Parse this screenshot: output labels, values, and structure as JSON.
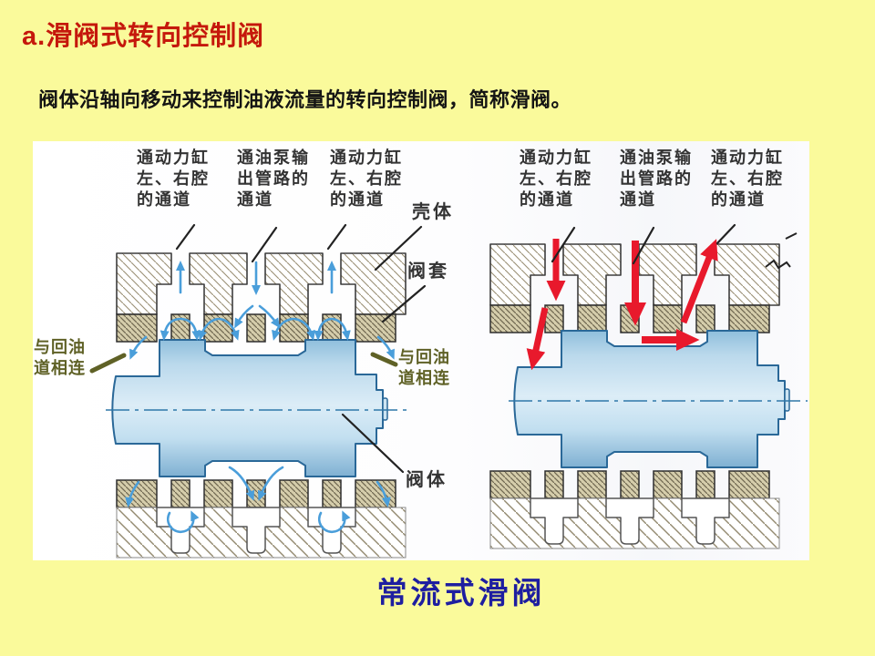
{
  "title": "a.滑阀式转向控制阀",
  "subtitle": "阀体沿轴向移动来控制油液流量的转向控制阀，简称滑阀。",
  "caption": "常流式滑阀",
  "diagram_labels": {
    "cyl_ports": "通动力缸\n左、右腔\n的通道",
    "pump_port": "通油泵输\n出管路的\n通道",
    "housing": "壳体",
    "sleeve": "阀套",
    "valve_body": "阀体",
    "return_line": "与回油\n道相连"
  },
  "colors": {
    "background": "#FAFA9B",
    "title_red": "#C5180C",
    "caption_blue": "#1E1EA0",
    "label_olive": "#5F6126",
    "label_gray": "#333333",
    "spool_blue_light": "#DCEDF7",
    "spool_blue_dark": "#7FB0D2",
    "spool_outline": "#2A6898",
    "sleeve_tan": "#D5CDAB",
    "flow_arrow_blue": "#4A9EDA",
    "flow_arrow_red": "#E8192C"
  }
}
